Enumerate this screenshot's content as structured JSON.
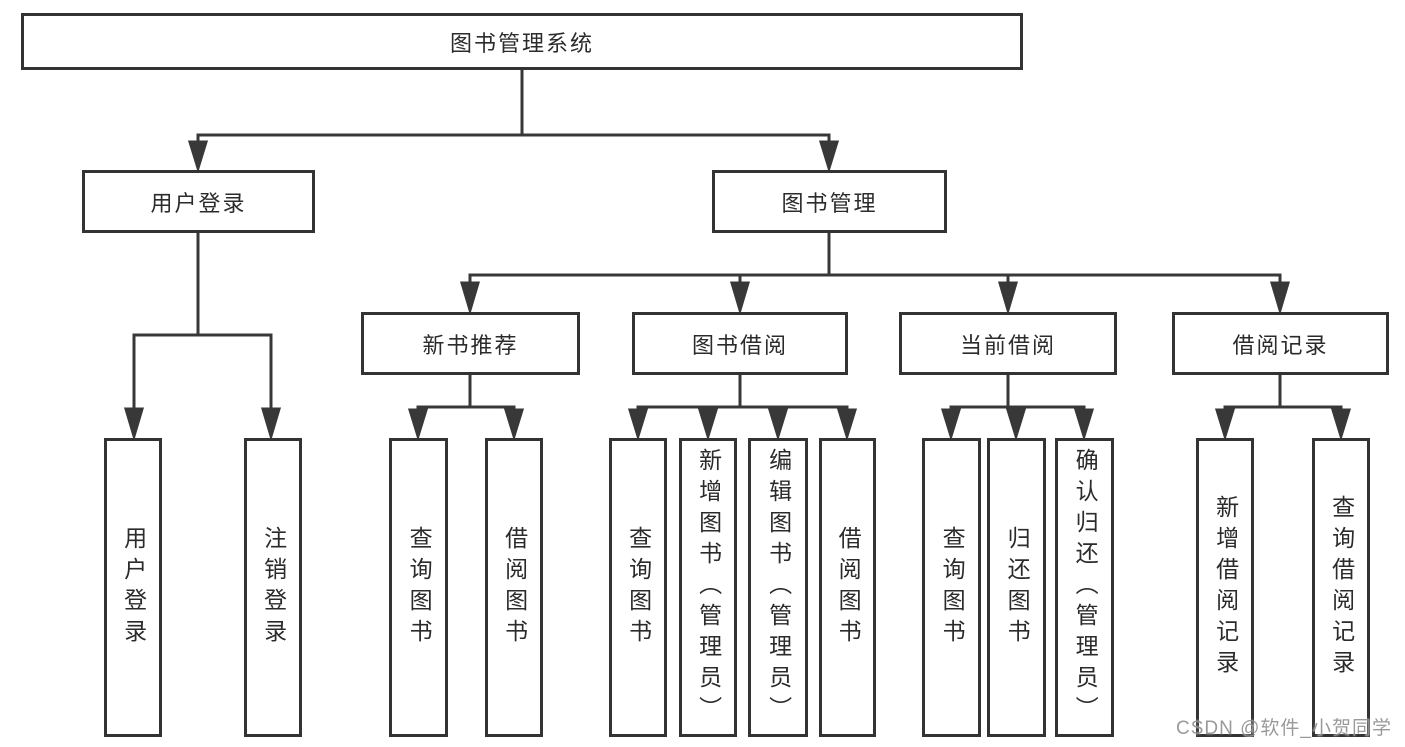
{
  "tree": {
    "label": "图书管理系统",
    "children": [
      {
        "label": "用户登录",
        "children": [
          {
            "label": "用户登录"
          },
          {
            "label": "注销登录"
          }
        ]
      },
      {
        "label": "图书管理",
        "children": [
          {
            "label": "新书推荐",
            "children": [
              {
                "label": "查询图书"
              },
              {
                "label": "借阅图书"
              }
            ]
          },
          {
            "label": "图书借阅",
            "children": [
              {
                "label": "查询图书"
              },
              {
                "label": "新增图书（管理员）"
              },
              {
                "label": "编辑图书（管理员）"
              },
              {
                "label": "借阅图书"
              }
            ]
          },
          {
            "label": "当前借阅",
            "children": [
              {
                "label": "查询图书"
              },
              {
                "label": "归还图书"
              },
              {
                "label": "确认归还（管理员）"
              }
            ]
          },
          {
            "label": "借阅记录",
            "children": [
              {
                "label": "新增借阅记录"
              },
              {
                "label": "查询借阅记录"
              }
            ]
          }
        ]
      }
    ]
  },
  "watermark": {
    "text": "CSDN @软件_小贺同学"
  },
  "colors": {
    "line": "#383838",
    "border": "#333333",
    "text": "#2b2b2b",
    "watermark_text": "#8c8c8c",
    "background": "#ffffff"
  }
}
